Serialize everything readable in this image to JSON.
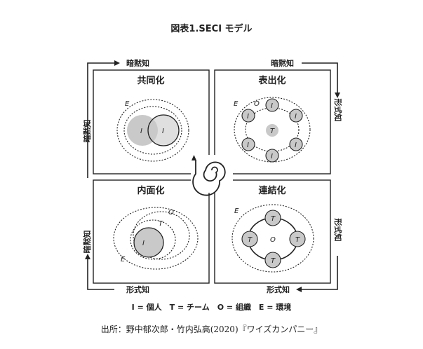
{
  "title": "図表1.SECI モデル",
  "caption": "出所：野中郁次郎・竹内弘高(2020)『ワイズカンパニー』",
  "legend": "I = 個人　T = チーム　O = 組織　E = 環境",
  "quadrants": {
    "socialization": "共同化",
    "externalization": "表出化",
    "combination": "連結化",
    "internalization": "内面化"
  },
  "edge_labels": {
    "top_left": "暗黙知",
    "top_right": "暗黙知",
    "left_top": "暗黙知",
    "left_bottom": "暗黙知",
    "right_top": "形式知",
    "right_bottom": "形式知",
    "bottom_left": "形式知",
    "bottom_right": "形式知"
  },
  "symbols": {
    "individual": "I",
    "team": "T",
    "organization": "O",
    "environment": "E"
  },
  "colors": {
    "circle_fill": "#c9c9c9",
    "line": "#222222"
  }
}
